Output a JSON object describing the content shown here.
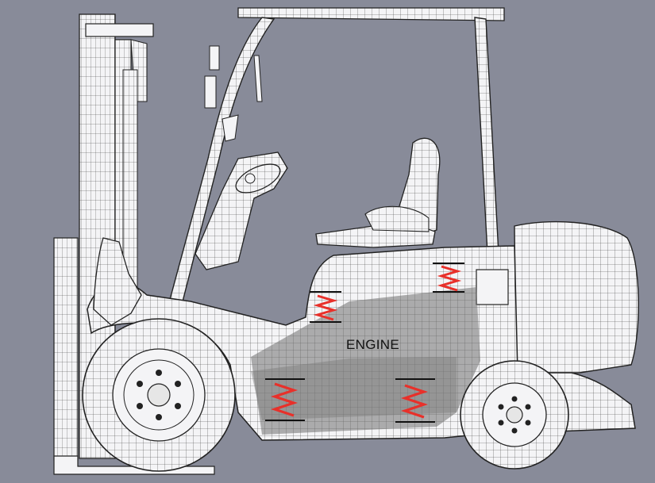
{
  "diagram": {
    "engine_label": "ENGINE",
    "subject": "forklift-wireframe",
    "colors": {
      "background": "#888b99",
      "body_fill": "#f4f4f6",
      "wire_lines": "#2a2a2a",
      "engine_shade": "#8c8c8c",
      "spring": "#e8302a"
    },
    "springs": [
      "rear-upper-mount",
      "front-upper-mount",
      "front-lower-mount",
      "rear-lower-mount"
    ]
  }
}
